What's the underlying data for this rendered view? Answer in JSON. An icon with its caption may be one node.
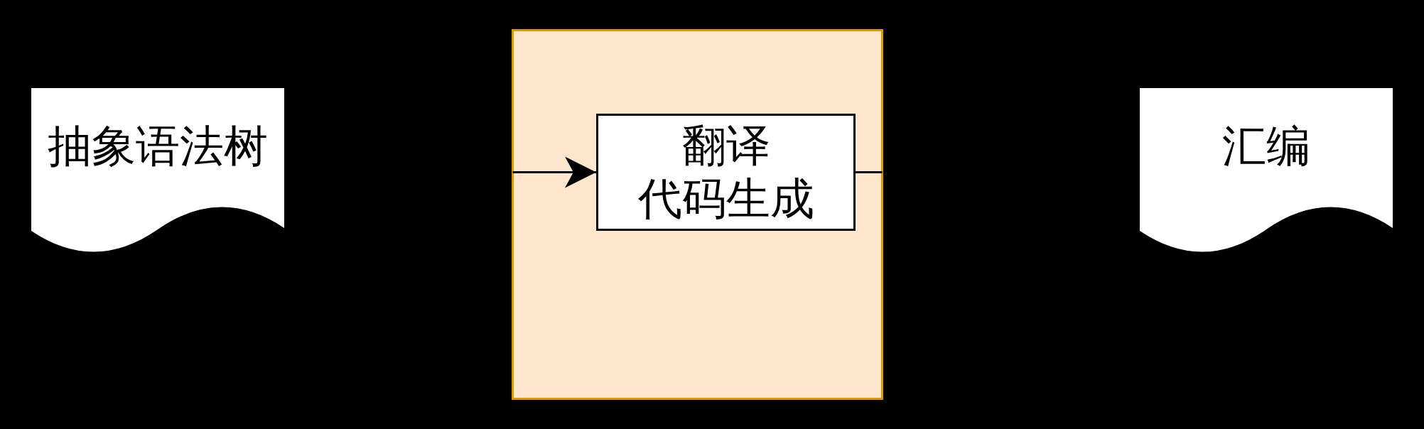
{
  "diagram": {
    "nodes": [
      {
        "text": [
          "抽象语法树"
        ]
      },
      {
        "text": [],
        "shape": "box"
      },
      {
        "text": [
          "翻译",
          "代码生成"
        ],
        "in": 1
      },
      {
        "text": [
          "汇编"
        ]
      }
    ],
    "edges": [
      {
        "from": null,
        "to": 2,
        "arrow": "to"
      },
      {
        "from": 2,
        "to": null,
        "arrow": "none"
      }
    ]
  }
}
